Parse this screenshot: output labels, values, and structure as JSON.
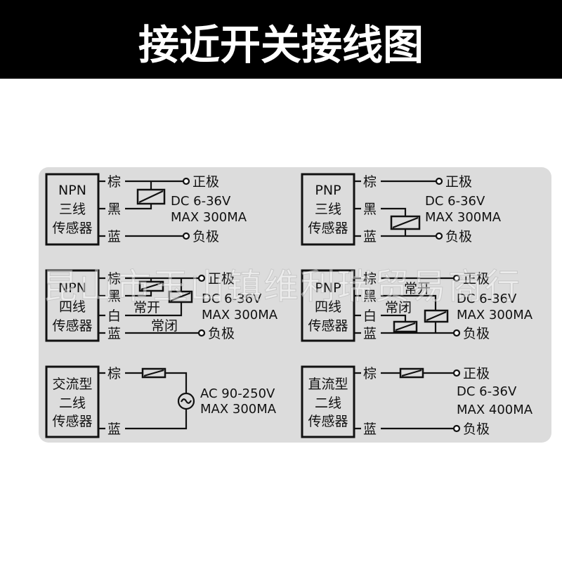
{
  "header": {
    "title": "接近开关接线图",
    "background": "#000000",
    "color": "#ffffff"
  },
  "panel_color": "#dcdcdc",
  "watermark": "昆山市玉山镇维利瑞贸易商行",
  "wires": {
    "brown": "棕",
    "black": "黑",
    "white": "白",
    "blue": "蓝"
  },
  "poles": {
    "positive": "正极",
    "negative": "负极"
  },
  "contacts": {
    "no": "常开",
    "nc": "常闭"
  },
  "diagrams": {
    "npn3": {
      "line1": "NPN",
      "line2": "三线",
      "line3": "传感器",
      "spec1": "DC 6-36V",
      "spec2": "MAX 300MA"
    },
    "pnp3": {
      "line1": "PNP",
      "line2": "三线",
      "line3": "传感器",
      "spec1": "DC 6-36V",
      "spec2": "MAX 300MA"
    },
    "npn4": {
      "line1": "NPN",
      "line2": "四线",
      "line3": "传感器",
      "spec1": "DC 6-36V",
      "spec2": "MAX 300MA"
    },
    "pnp4": {
      "line1": "PNP",
      "line2": "四线",
      "line3": "传感器",
      "spec1": "DC 6-36V",
      "spec2": "MAX 300MA"
    },
    "ac2": {
      "line1": "交流型",
      "line2": "二线",
      "line3": "传感器",
      "spec1": "AC 90-250V",
      "spec2": "MAX 300MA",
      "source_icon": "ac-source-icon"
    },
    "dc2": {
      "line1": "直流型",
      "line2": "二线",
      "line3": "传感器",
      "spec1": "DC 6-36V",
      "spec2": "MAX 400MA"
    }
  }
}
